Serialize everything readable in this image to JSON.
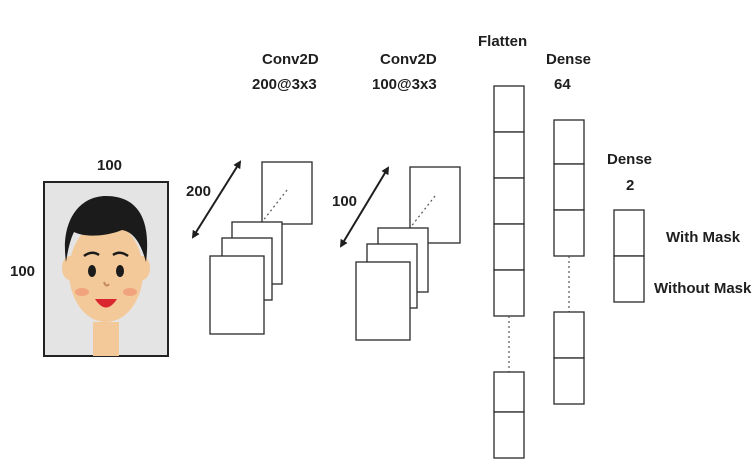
{
  "input": {
    "width_label": "100",
    "height_label": "100"
  },
  "conv1": {
    "title": "Conv2D",
    "subtitle": "200@3x3",
    "depth_label": "200"
  },
  "conv2": {
    "title": "Conv2D",
    "subtitle": "100@3x3",
    "depth_label": "100"
  },
  "flatten": {
    "title": "Flatten"
  },
  "dense1": {
    "title": "Dense",
    "units": "64"
  },
  "dense2": {
    "title": "Dense",
    "units": "2"
  },
  "outputs": {
    "class_1": "With Mask",
    "class_2": "Without Mask"
  },
  "colors": {
    "face_background": "#e4e4e4",
    "skin": "#f3c999",
    "hair": "#1b1b1b",
    "mouth": "#d9262f",
    "cheek": "#f1a37d"
  },
  "icons": {
    "input_image": "boy-face-icon"
  }
}
